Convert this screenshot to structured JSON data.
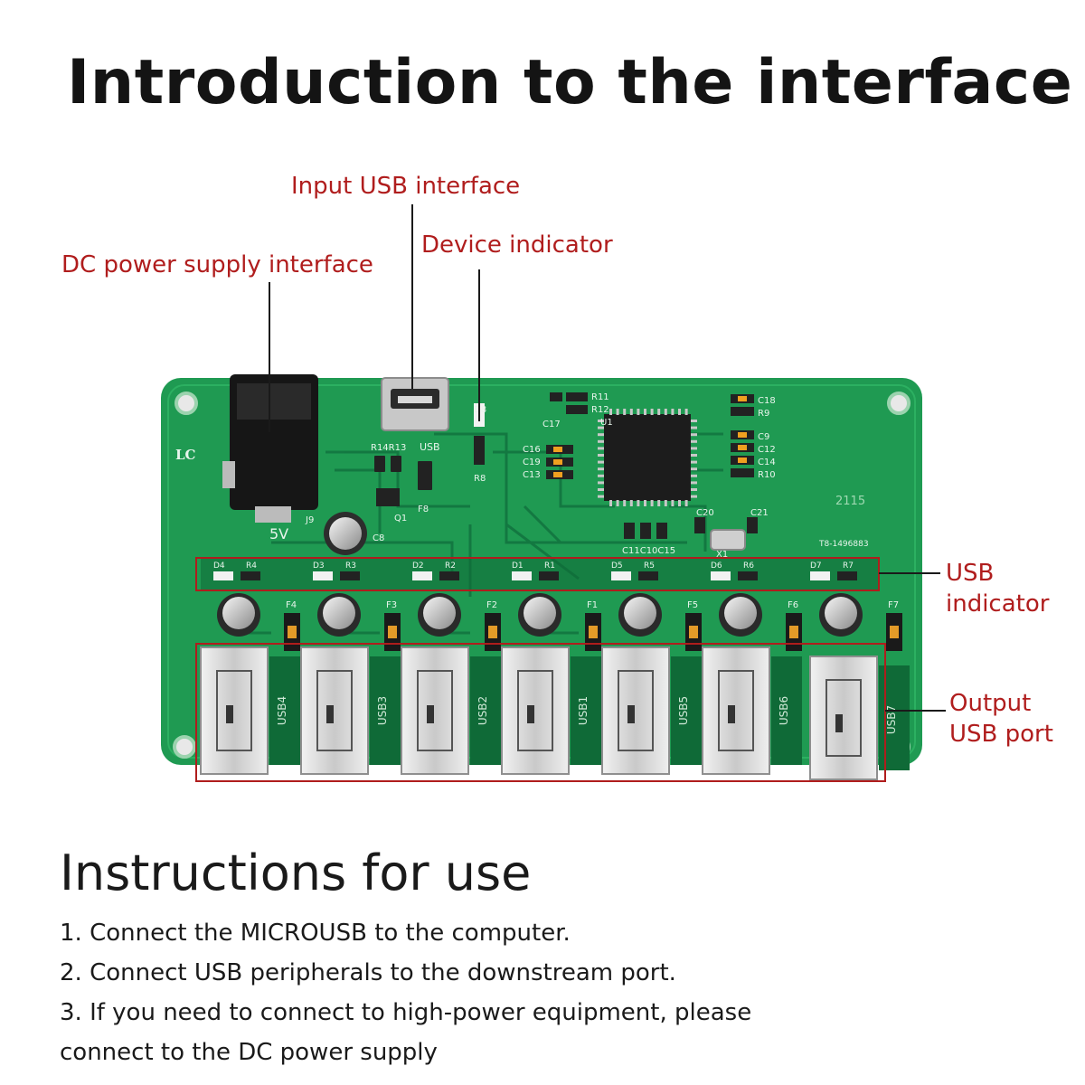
{
  "title": "Introduction to the interface",
  "callouts": {
    "input_usb": "Input USB interface",
    "device_indicator": "Device indicator",
    "dc_power": "DC power supply interface",
    "usb_indicator_line1": "USB",
    "usb_indicator_line2": "indicator",
    "output_usb_line1": "Output",
    "output_usb_line2": "USB port"
  },
  "board": {
    "logo": "LC",
    "dc_jack_label": "5V",
    "micro_usb_label": "USB",
    "silk_j9": "J9",
    "silk_c8": "C8",
    "silk_q1": "Q1",
    "silk_f8": "F8",
    "silk_r14r13": "R14R13",
    "silk_d8": "D8",
    "silk_r8": "R8",
    "silk_u1": "U1",
    "silk_c17": "C17",
    "silk_r11": "R11",
    "silk_r12": "R12",
    "silk_c16": "C16",
    "silk_c19": "C19",
    "silk_c13": "C13",
    "silk_c18": "C18",
    "silk_r9": "R9",
    "silk_c9": "C9",
    "silk_c12": "C12",
    "silk_c14": "C14",
    "silk_r10": "R10",
    "silk_c20": "C20",
    "silk_c21": "C21",
    "silk_x1": "X1",
    "silk_c11c10c15": "C11C10C15",
    "silk_batch": "2115",
    "silk_serial": "T8-1496883",
    "indicator_pairs": [
      {
        "d": "D4",
        "r": "R4"
      },
      {
        "d": "D3",
        "r": "R3"
      },
      {
        "d": "D2",
        "r": "R2"
      },
      {
        "d": "D1",
        "r": "R1"
      },
      {
        "d": "D5",
        "r": "R5"
      },
      {
        "d": "D6",
        "r": "R6"
      },
      {
        "d": "D7",
        "r": "R7"
      }
    ],
    "fuses": [
      "F4",
      "F3",
      "F2",
      "F1",
      "F5",
      "F6",
      "F7"
    ],
    "ports": [
      "USB4",
      "USB3",
      "USB2",
      "USB1",
      "USB5",
      "USB6",
      "USB7"
    ]
  },
  "instructions": {
    "title": "Instructions for use",
    "lines": [
      "1. Connect the MICROUSB to the computer.",
      "2. Connect USB peripherals to the downstream port.",
      "3. If you need to connect to high-power equipment, please",
      "connect to the DC power supply"
    ]
  },
  "colors": {
    "pcb": "#1f9a52",
    "pcb_dark": "#0f6a37",
    "callout": "#b01d1d",
    "metal": "#d9d9d9"
  }
}
